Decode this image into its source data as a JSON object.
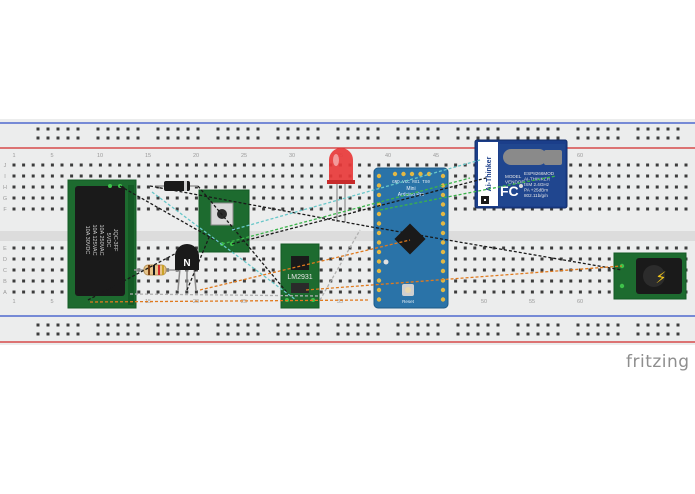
{
  "app": {
    "brand": "fritzing"
  },
  "breadboard": {
    "column_numbers": [
      "1",
      "5",
      "10",
      "15",
      "20",
      "25",
      "30",
      "35",
      "40",
      "45",
      "50",
      "55",
      "60"
    ],
    "row_letters_top": [
      "J",
      "I",
      "H",
      "G",
      "F"
    ],
    "row_letters_bottom": [
      "E",
      "D",
      "C",
      "B",
      "A"
    ]
  },
  "components": {
    "relay": {
      "text_lines": [
        "JQC-3FF",
        "5VDC",
        "10A 250VAC",
        "10A 125VAC",
        "10A 30VDC"
      ]
    },
    "transistor": {
      "label": "N"
    },
    "regulator": {
      "label": "LM2931"
    },
    "arduino": {
      "title_lines": [
        "Mini",
        "Arduino Pro"
      ],
      "pin_labels": "GND VCC RX1 TX0",
      "reset_label": "Reset"
    },
    "esp8266": {
      "vendor_logo": "Ai-Thinker",
      "fcc_mark": "FC",
      "left_text": [
        "MODEL",
        "VENDOR"
      ],
      "right_text": [
        "ESP8266MOD",
        "AI-THINKER",
        "ISM 2.4GHz",
        "PA +25dBm",
        "802.11b/g/n"
      ]
    },
    "power_jack": {
      "symbol": "⚡"
    }
  },
  "colors": {
    "board": "#eceded",
    "hole": "#3c3c3c",
    "rail_red": "#d22b2b",
    "rail_blue": "#3050c8",
    "pcb_green": "#1d6b2f",
    "pcb_dark": "#145a25",
    "arduino_blue": "#2a73a8",
    "esp_blue": "#1b3e8a",
    "led_red": "#e83a3a",
    "hole_green": "#3ec24b",
    "wire_black": "#1a1a1a",
    "wire_orange": "#e07a1e",
    "wire_green": "#3bb34a",
    "wire_cyan": "#68c7c9",
    "wire_gray": "#b0b0b0"
  }
}
